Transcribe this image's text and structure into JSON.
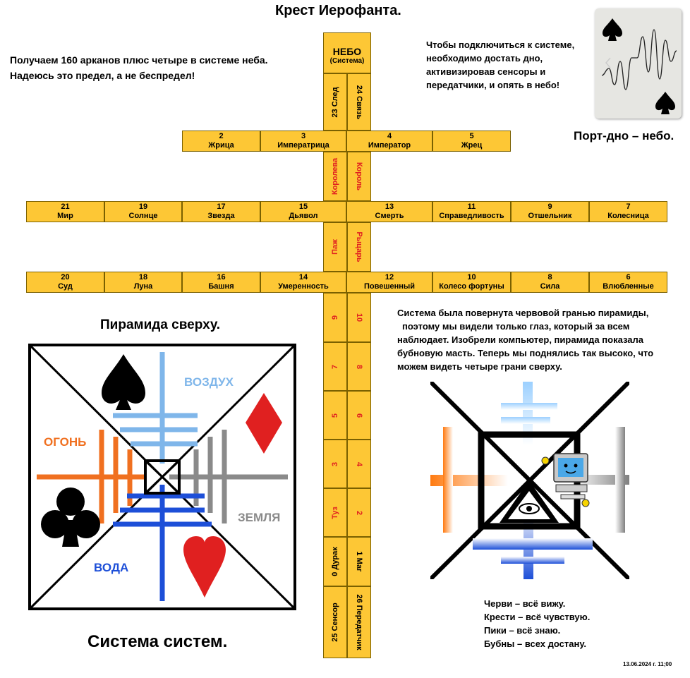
{
  "title": "Крест Иерофанта.",
  "intro_text": [
    "Получаем 160 арканов плюс четыре в системе неба.",
    "Надеюсь это предел, а не беспредел!"
  ],
  "connect_text": [
    "Чтобы подключиться к системе,",
    "необходимо достать дно,",
    "активизировав сенсоры и",
    "передатчики, и опять в небо!"
  ],
  "port_text": "Порт-дно – небо.",
  "nebo": {
    "title": "НЕБО",
    "sub": "(Система)"
  },
  "top_vertical": {
    "left": "23 След",
    "right": "24 Связь"
  },
  "row1": [
    {
      "num": "2",
      "name": "Жрица"
    },
    {
      "num": "3",
      "name": "Императрица"
    },
    {
      "num": "4",
      "name": "Император"
    },
    {
      "num": "5",
      "name": "Жрец"
    }
  ],
  "court_upper": {
    "left": "Королева",
    "right": "Король"
  },
  "row2": [
    {
      "num": "21",
      "name": "Мир"
    },
    {
      "num": "19",
      "name": "Солнце"
    },
    {
      "num": "17",
      "name": "Звезда"
    },
    {
      "num": "15",
      "name": "Дьявол"
    },
    {
      "num": "13",
      "name": "Смерть"
    },
    {
      "num": "11",
      "name": "Справедливость"
    },
    {
      "num": "9",
      "name": "Отшельник"
    },
    {
      "num": "7",
      "name": "Колесница"
    }
  ],
  "court_lower": {
    "left": "Паж",
    "right": "Рыцарь"
  },
  "row3": [
    {
      "num": "20",
      "name": "Суд"
    },
    {
      "num": "18",
      "name": "Луна"
    },
    {
      "num": "16",
      "name": "Башня"
    },
    {
      "num": "14",
      "name": "Умеренность"
    },
    {
      "num": "12",
      "name": "Повешенный"
    },
    {
      "num": "10",
      "name": "Колесо фортуны"
    },
    {
      "num": "8",
      "name": "Сила"
    },
    {
      "num": "6",
      "name": "Влюбленные"
    }
  ],
  "minor_left": [
    "9",
    "7",
    "5",
    "3",
    "Туз"
  ],
  "minor_right": [
    "10",
    "8",
    "6",
    "4",
    "2"
  ],
  "bottom_vertical": [
    {
      "left": "0 Дурак",
      "right": "1 Маг"
    },
    {
      "left": "25 Сенсор",
      "right": "26 Передатчик"
    }
  ],
  "pyramid_top_label": "Пирамида сверху.",
  "elements": {
    "air": "ВОЗДУХ",
    "fire": "ОГОНЬ",
    "earth": "ЗЕМЛЯ",
    "water": "ВОДА"
  },
  "system_of_systems": "Система систем.",
  "system_text": [
    "Система была повернута червовой гранью пирамиды,",
    "поэтому мы видели только глаз, который за всем",
    "наблюдает. Изобрели компьютер, пирамида показала",
    "бубновую масть. Теперь мы поднялись так высоко, что",
    "можем видеть четыре грани сверху."
  ],
  "suits_text": [
    "Черви – всё вижу.",
    "Крести – всё чувствую.",
    "Пики – всё знаю.",
    "Бубны – всех достану."
  ],
  "date": "13.06.2024 г. 11;00",
  "colors": {
    "cell": "#fdc735",
    "court_text": "#e02020",
    "air": "#7fb6ea",
    "fire": "#f07020",
    "earth": "#8a8a8a",
    "water": "#1d4fd8"
  }
}
